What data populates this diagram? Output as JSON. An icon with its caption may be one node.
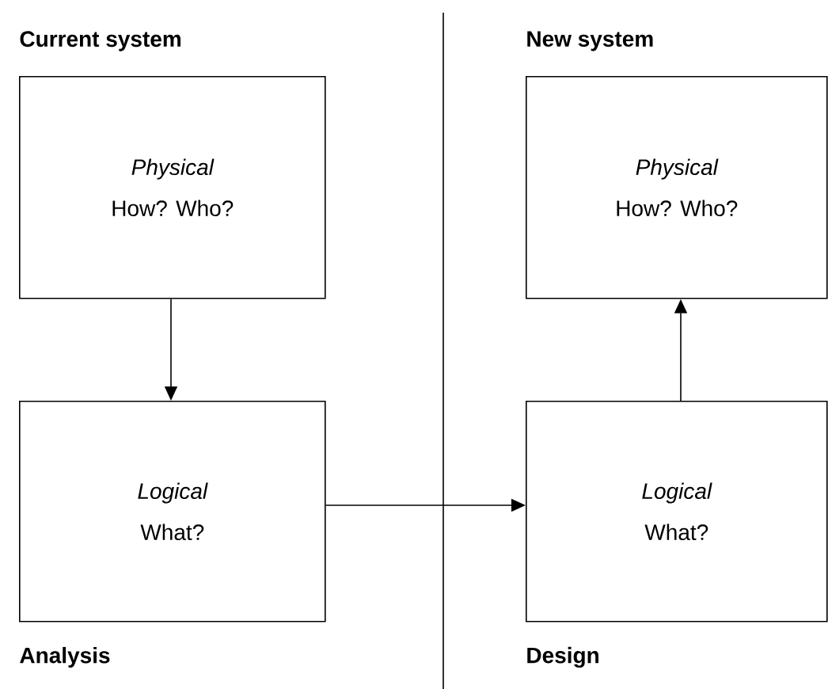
{
  "diagram": {
    "nodes": [
      {
        "text": [
          "Physical",
          "How? Who?"
        ]
      },
      {
        "text": [
          "Logical",
          "What?"
        ]
      },
      {
        "text": [
          "Physical",
          "How? Who?"
        ]
      },
      {
        "text": [
          "Logical",
          "What?"
        ]
      }
    ],
    "edges": [
      {
        "from": 0,
        "to": 1,
        "arrow": "to"
      },
      {
        "from": 1,
        "to": 3,
        "arrow": "to"
      },
      {
        "from": 3,
        "to": 2,
        "arrow": "to"
      }
    ],
    "labels": [
      "Current system",
      "New system",
      "Analysis",
      "Design"
    ]
  }
}
